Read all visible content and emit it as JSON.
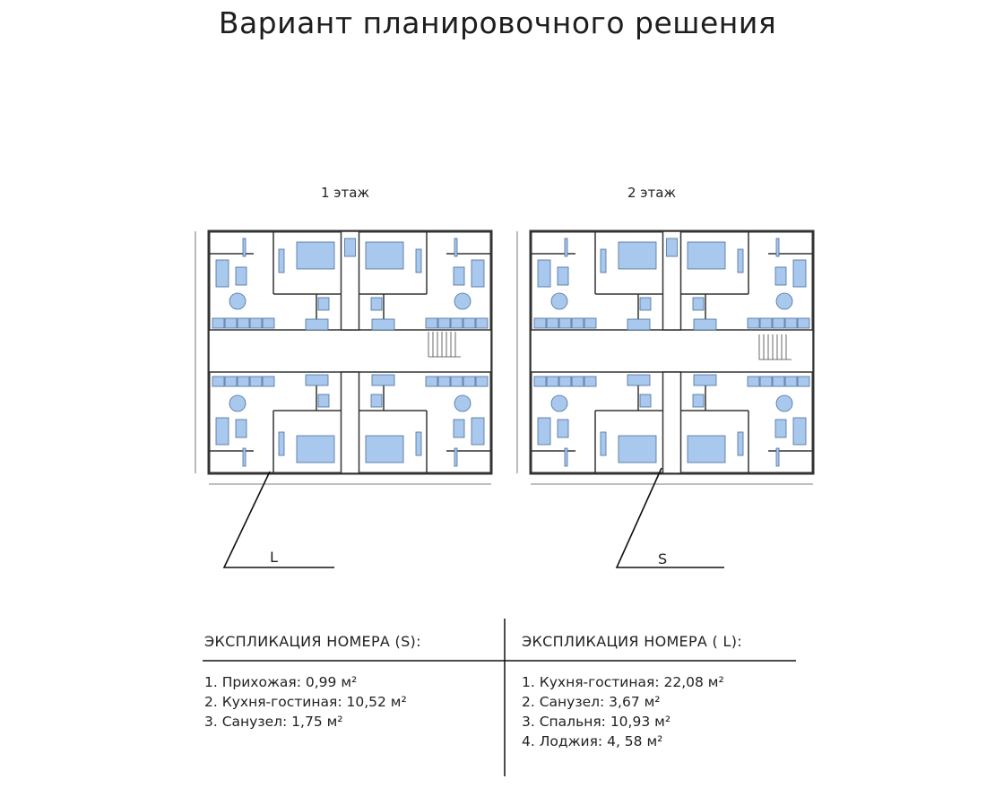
{
  "title": "Вариант планировочного решения",
  "floors": [
    {
      "label": "1 этаж",
      "unit_tag": "L"
    },
    {
      "label": "2 этаж",
      "unit_tag": "S"
    }
  ],
  "colors": {
    "furniture": "#a9c8ee",
    "furniture_stroke": "#4a6e9a",
    "wall": "#333333"
  },
  "explication": [
    {
      "heading": "ЭКСПЛИКАЦИЯ НОМЕРА (S):",
      "items": [
        "1. Прихожая: 0,99 м²",
        "2. Кухня-гостиная: 10,52 м²",
        "3. Санузел:  1,75 м²"
      ]
    },
    {
      "heading": "ЭКСПЛИКАЦИЯ НОМЕРА ( L):",
      "items": [
        "1. Кухня-гостиная: 22,08 м²",
        "2. Санузел: 3,67 м²",
        "3. Спальня: 10,93 м²",
        "4. Лоджия: 4, 58 м²"
      ]
    }
  ]
}
